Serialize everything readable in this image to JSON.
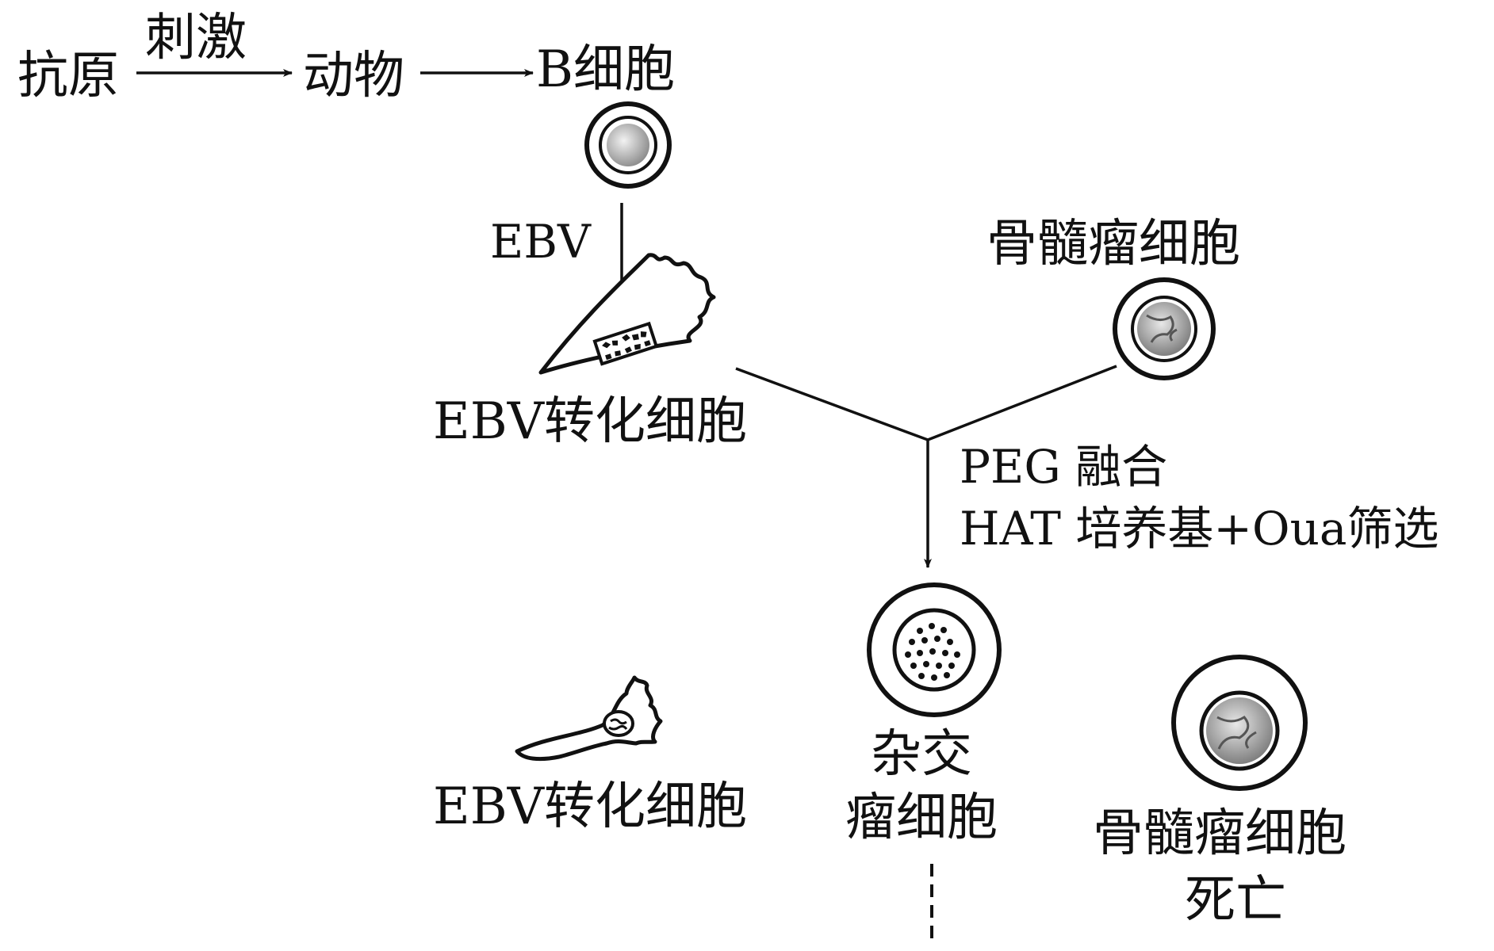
{
  "flow": {
    "antigen": "抗原",
    "stimulate": "刺激",
    "animal": "动物",
    "b_cell": "B细胞",
    "ebv": "EBV",
    "ebv_cell": "EBV转化细胞",
    "myeloma": "骨髓瘤细胞",
    "peg": "PEG 融合",
    "hat": "HAT 培养基+Oua筛选",
    "hybrid_line1": "杂交",
    "hybrid_line2": "瘤细胞",
    "ebv_cell_result": "EBV转化细胞",
    "myeloma_dead_line1": "骨髓瘤细胞",
    "myeloma_dead_line2": "死亡"
  }
}
